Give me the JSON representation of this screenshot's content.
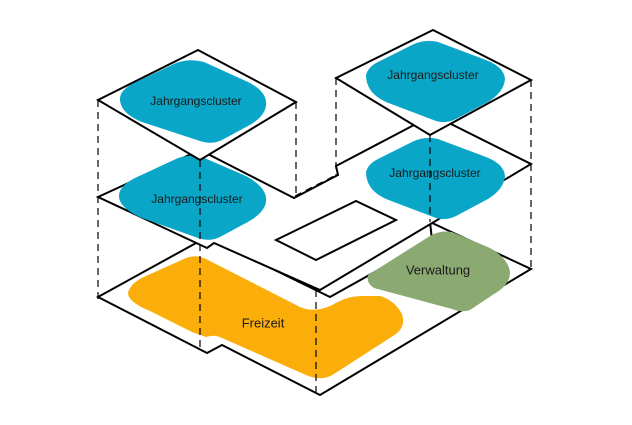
{
  "colors": {
    "jahrgangscluster": "#0aa6c8",
    "freizeit": "#fbae0a",
    "verwaltung": "#8aaa72",
    "outline": "#000000",
    "background": "#ffffff"
  },
  "labels": {
    "top_left_cluster": "Jahrgangscluster",
    "top_right_cluster": "Jahrgangscluster",
    "middle_left_cluster": "Jahrgangscluster",
    "middle_right_cluster": "Jahrgangscluster",
    "freizeit": "Freizeit",
    "verwaltung": "Verwaltung"
  }
}
